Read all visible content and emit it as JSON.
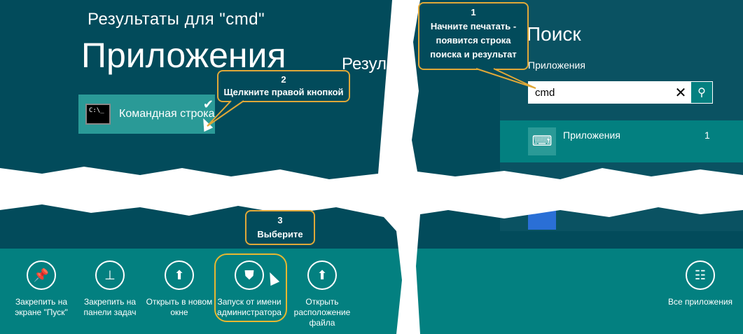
{
  "left": {
    "title": "Результаты для \"cmd\"",
    "heading": "Приложения",
    "partial_heading": "Резул",
    "tile": {
      "label": "Командная строка",
      "icon_text": "C:\\_"
    }
  },
  "callouts": [
    {
      "number": "1",
      "text": "Начните печатать - появится строка поиска и результат"
    },
    {
      "number": "2",
      "text": "Щелкните правой кнопкой"
    },
    {
      "number": "3",
      "text": "Выберите"
    }
  ],
  "appbar": {
    "commands": [
      {
        "label": "Закрепить на экране \"Пуск\"",
        "icon": "pin-icon"
      },
      {
        "label": "Закрепить на панели задач",
        "icon": "taskbar-pin-icon"
      },
      {
        "label": "Открыть в новом окне",
        "icon": "new-window-icon"
      },
      {
        "label": "Запуск от имени администратора",
        "icon": "shield-icon"
      },
      {
        "label": "Открыть расположение файла",
        "icon": "folder-icon"
      }
    ],
    "all_apps": "Все приложения"
  },
  "search": {
    "title": "Поиск",
    "scope": "Приложения",
    "value": "cmd",
    "result": {
      "label": "Приложения",
      "count": "1"
    }
  },
  "colors": {
    "background": "#024b5b",
    "appbar": "#038080",
    "callout_border": "#e0a838"
  }
}
